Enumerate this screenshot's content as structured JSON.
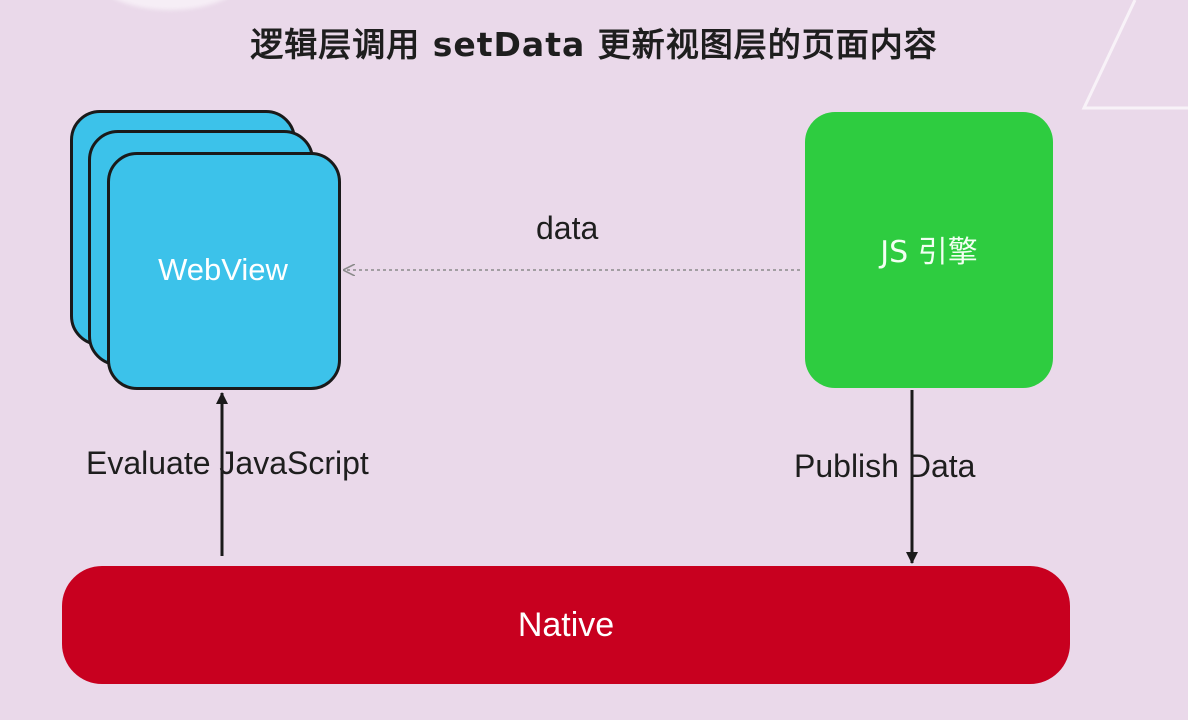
{
  "title": "逻辑层调用 setData 更新视图层的页面内容",
  "nodes": {
    "webview": "WebView",
    "js_engine": "JS 引擎",
    "native": "Native"
  },
  "edges": {
    "data": "data",
    "evaluate": "Evaluate JavaScript",
    "publish": "Publish Data"
  },
  "colors": {
    "background": "#ead9ea",
    "webview": "#3cc2ea",
    "js_engine": "#2ecc40",
    "native": "#c8001f"
  }
}
